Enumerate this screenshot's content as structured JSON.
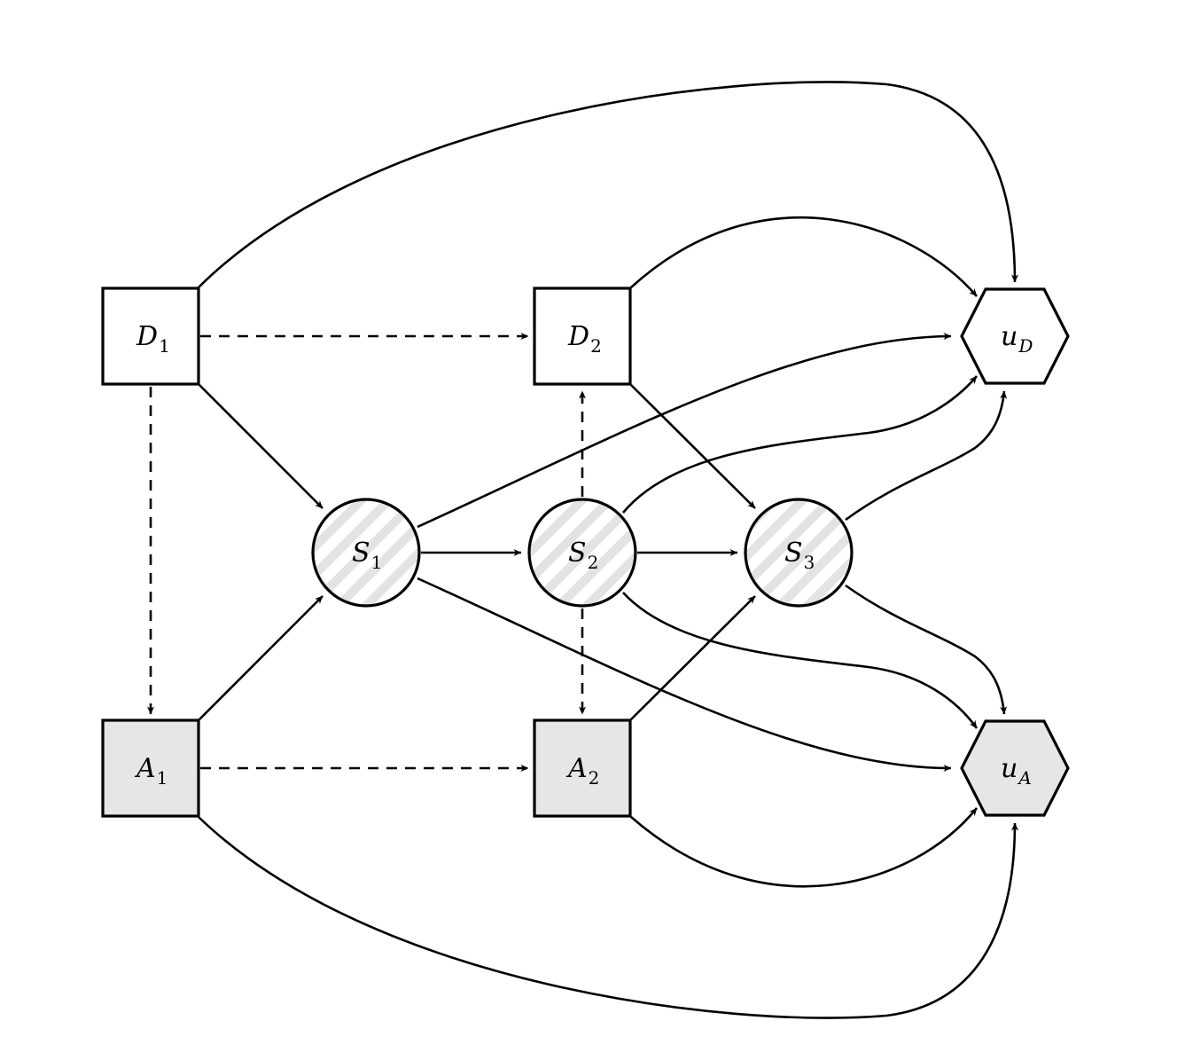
{
  "diagram": {
    "colors": {
      "decision_fill": "#ffffff",
      "adversary_fill": "#e6e6e6",
      "state_hatch": "#e3e3e3",
      "stroke": "#000000"
    },
    "nodes": [
      {
        "id": "D1",
        "base": "D",
        "sub": "1",
        "shape": "square",
        "fill": "decision"
      },
      {
        "id": "D2",
        "base": "D",
        "sub": "2",
        "shape": "square",
        "fill": "decision"
      },
      {
        "id": "A1",
        "base": "A",
        "sub": "1",
        "shape": "square",
        "fill": "adversary"
      },
      {
        "id": "A2",
        "base": "A",
        "sub": "2",
        "shape": "square",
        "fill": "adversary"
      },
      {
        "id": "S1",
        "base": "S",
        "sub": "1",
        "shape": "circle",
        "fill": "hatched"
      },
      {
        "id": "S2",
        "base": "S",
        "sub": "2",
        "shape": "circle",
        "fill": "hatched"
      },
      {
        "id": "S3",
        "base": "S",
        "sub": "3",
        "shape": "circle",
        "fill": "hatched"
      },
      {
        "id": "uD",
        "base": "u",
        "sub": "D",
        "shape": "hexagon",
        "fill": "decision"
      },
      {
        "id": "uA",
        "base": "u",
        "sub": "A",
        "shape": "hexagon",
        "fill": "adversary"
      }
    ],
    "edges": [
      {
        "from": "D1",
        "to": "D2",
        "style": "dashed"
      },
      {
        "from": "D1",
        "to": "A1",
        "style": "dashed"
      },
      {
        "from": "A1",
        "to": "A2",
        "style": "dashed"
      },
      {
        "from": "S2",
        "to": "D2",
        "style": "dashed"
      },
      {
        "from": "S2",
        "to": "A2",
        "style": "dashed"
      },
      {
        "from": "D1",
        "to": "S1",
        "style": "solid"
      },
      {
        "from": "A1",
        "to": "S1",
        "style": "solid"
      },
      {
        "from": "S1",
        "to": "S2",
        "style": "solid"
      },
      {
        "from": "S2",
        "to": "S3",
        "style": "solid"
      },
      {
        "from": "D2",
        "to": "S3",
        "style": "solid"
      },
      {
        "from": "A2",
        "to": "S3",
        "style": "solid"
      },
      {
        "from": "D1",
        "to": "uD",
        "style": "solid"
      },
      {
        "from": "D2",
        "to": "uD",
        "style": "solid"
      },
      {
        "from": "S1",
        "to": "uD",
        "style": "solid"
      },
      {
        "from": "S2",
        "to": "uD",
        "style": "solid"
      },
      {
        "from": "S3",
        "to": "uD",
        "style": "solid"
      },
      {
        "from": "A1",
        "to": "uA",
        "style": "solid"
      },
      {
        "from": "A2",
        "to": "uA",
        "style": "solid"
      },
      {
        "from": "S1",
        "to": "uA",
        "style": "solid"
      },
      {
        "from": "S2",
        "to": "uA",
        "style": "solid"
      },
      {
        "from": "S3",
        "to": "uA",
        "style": "solid"
      }
    ]
  }
}
